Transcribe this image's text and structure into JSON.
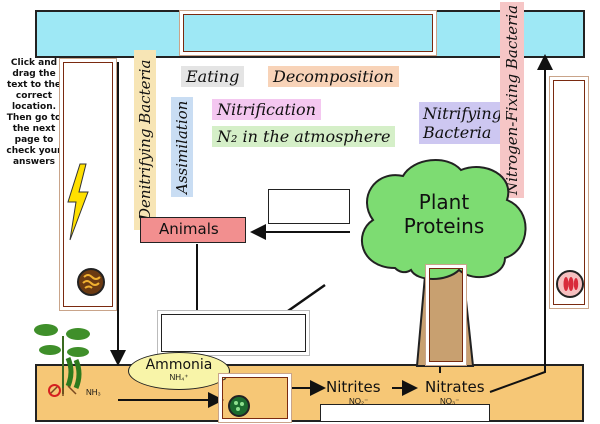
{
  "instructions": "Click and drag the text to the correct location. Then go to the next page to check your answers",
  "draggable_labels": {
    "eating": "Eating",
    "decomposition": "Decomposition",
    "nitrification": "Nitrification",
    "n2_atmosphere": "N₂ in the atmosphere",
    "assimilation": "Assimilation",
    "denitrifying_bacteria": "Denitrifying Bacteria",
    "nitrifying_bacteria_line1": "Nitrifying",
    "nitrifying_bacteria_line2": "Bacteria",
    "nitrogen_fixing_bacteria": "Nitrogen-Fixing Bacteria"
  },
  "diagram": {
    "plant_proteins_line1": "Plant",
    "plant_proteins_line2": "Proteins",
    "animals": "Animals",
    "ammonia": "Ammonia",
    "ammonia_formula": "NH₄⁺",
    "nh3": "NH₃",
    "nitrites": "Nitrites",
    "nitrites_formula": "NO₂⁻",
    "nitrates": "Nitrates",
    "nitrates_formula": "NO₃⁻"
  },
  "colors": {
    "sky": "#9ee8f5",
    "soil": "#f6c776",
    "eating_bg": "#e4e4e4",
    "decomposition_bg": "#f8d3b8",
    "nitrification_bg": "#f4c7f0",
    "n2_bg": "#d5efc8",
    "assimilation_bg": "#c9ddf3",
    "denitrifying_bg": "#f7e5b5",
    "nitrifying_bg": "#cdc7f1",
    "nitrogen_fixing_bg": "#f6c6c6",
    "animals_bg": "#f28f8f",
    "ammonia_bg": "#f8f4a8",
    "tree_green": "#7ddc72",
    "trunk": "#c8a070"
  }
}
